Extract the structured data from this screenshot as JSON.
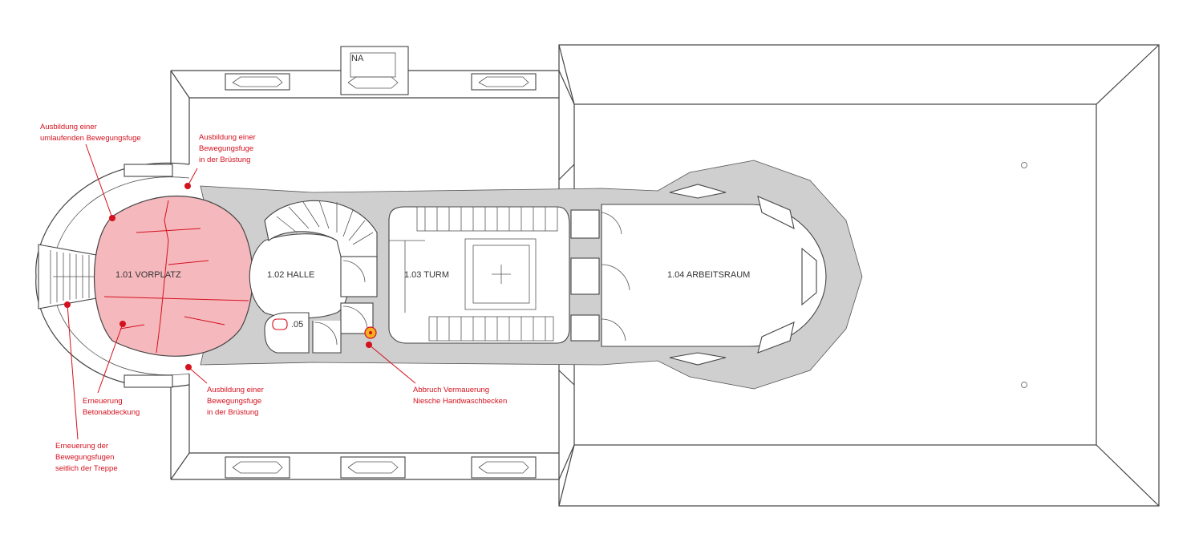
{
  "rooms": {
    "vorplatz": "1.01 VORPLATZ",
    "halle": "1.02 HALLE",
    "turm": "1.03 TURM",
    "arbeitsraum": "1.04 ARBEITSRAUM",
    "wc": ".05",
    "na": "NA"
  },
  "annotations": {
    "bewegungsfuge_umlaufend": [
      "Ausbildung einer",
      "umlaufenden Bewegungsfuge"
    ],
    "bewegungsfuge_bruestung_top": [
      "Ausbildung einer",
      "Bewegungsfuge",
      "in der Brüstung"
    ],
    "betonabdeckung": [
      "Erneuerung",
      "Betonabdeckung"
    ],
    "bewegungsfugen_treppe": [
      "Erneuerung der",
      "Bewegungsfugen",
      "seitlich der Treppe"
    ],
    "bewegungsfuge_bruestung_bottom": [
      "Ausbildung einer",
      "Bewegungsfuge",
      "in der Brüstung"
    ],
    "abbruch_vermauerung": [
      "Abbruch Vermauerung",
      "Niesche Handwaschbecken"
    ]
  },
  "colors": {
    "annotation_red": "#d4111e",
    "highlight_fill": "#f5b8bd",
    "wall_fill": "#cfcfcf",
    "demolition_yellow": "#f2b01e"
  }
}
